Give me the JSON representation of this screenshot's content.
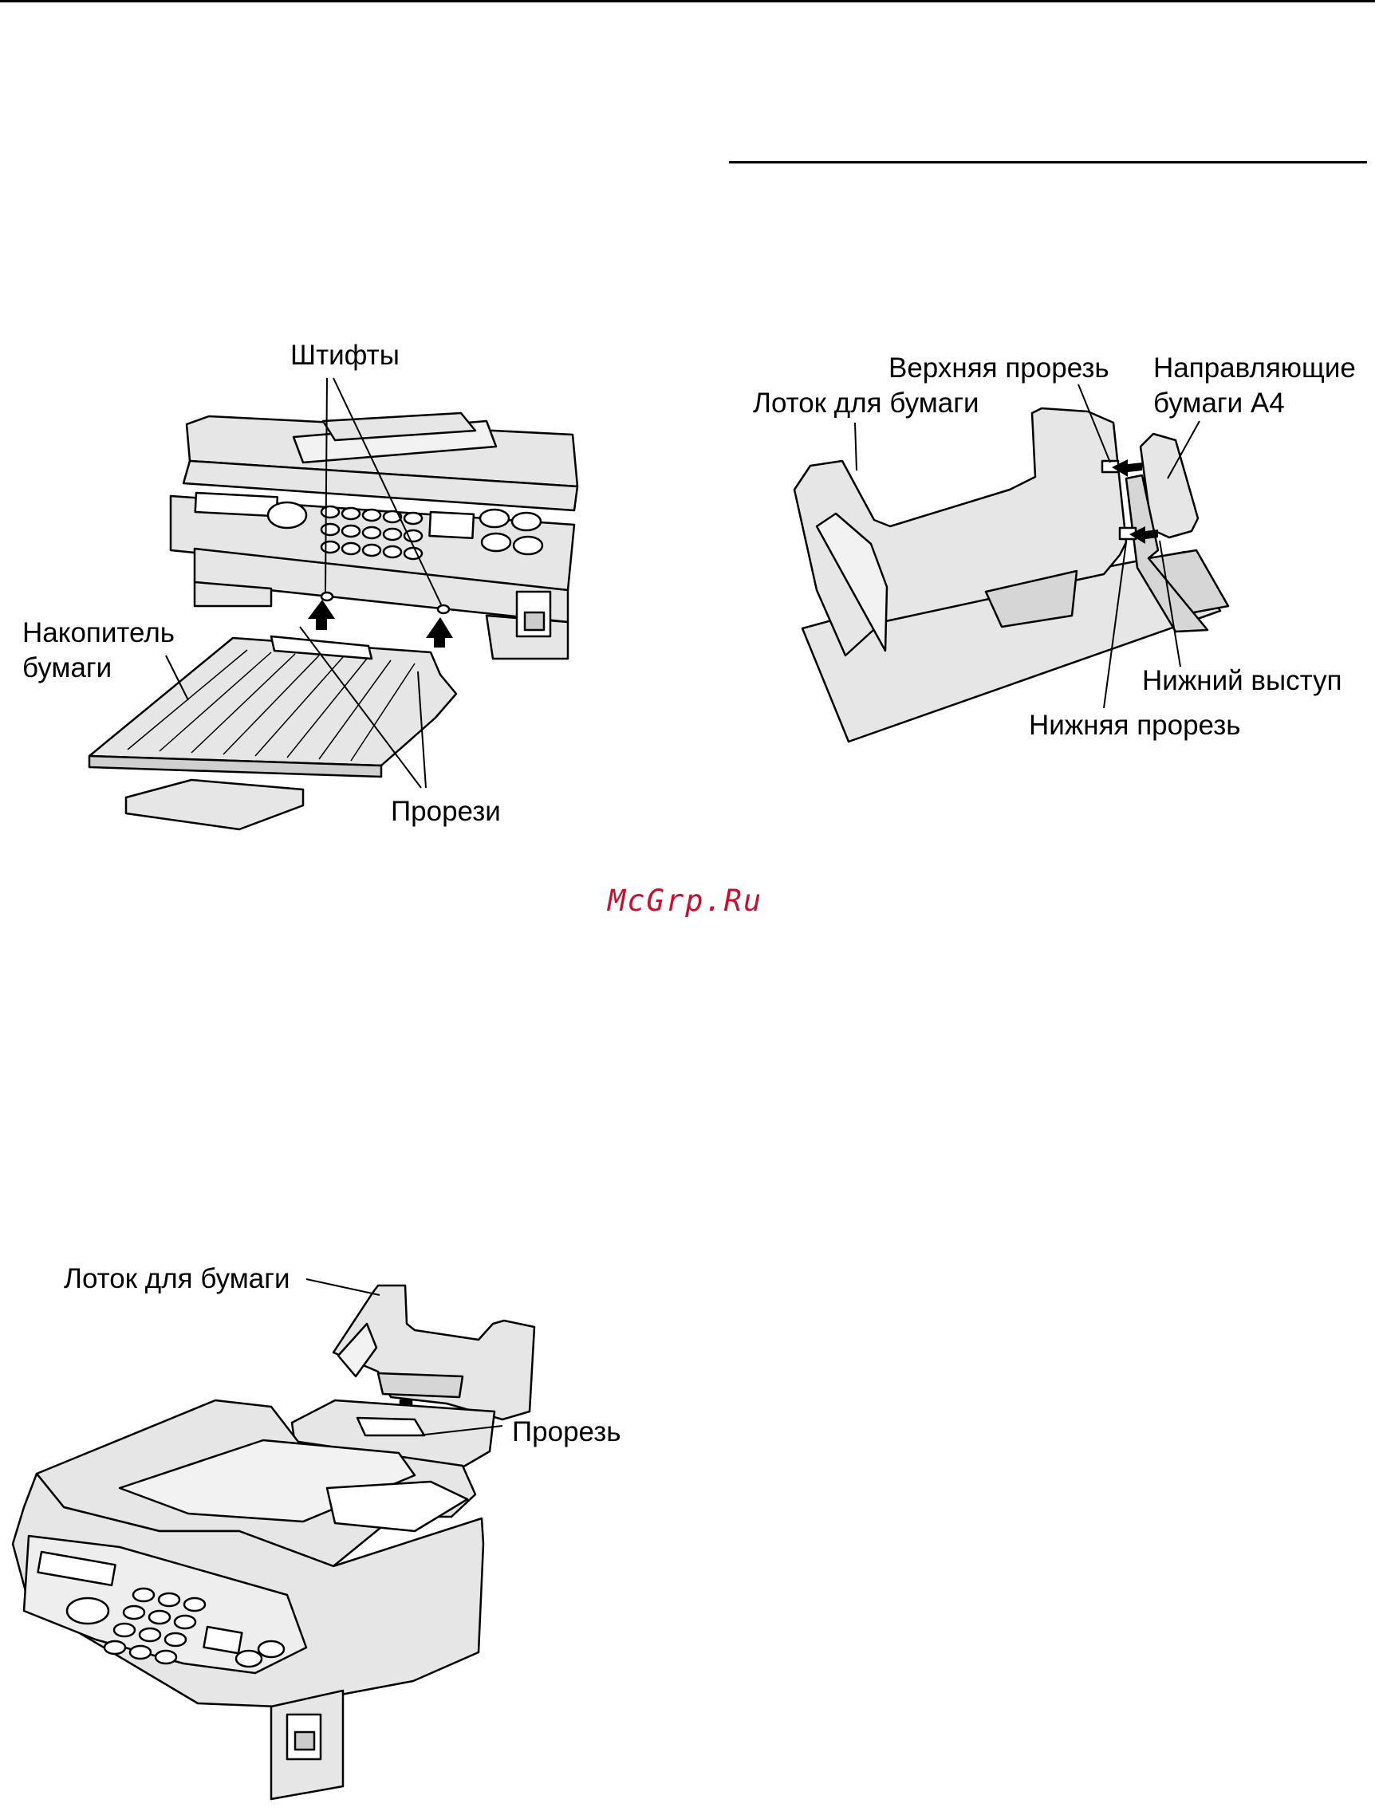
{
  "figure1": {
    "label_pins": "Штифты",
    "label_stacker": [
      "Накопитель",
      "бумаги"
    ],
    "label_slots": "Прорези"
  },
  "figure2": {
    "label_paper_tray": "Лоток для бумаги",
    "label_upper_slot": "Верхняя прорезь",
    "label_a4_guides": [
      "Направляющие",
      "бумаги A4"
    ],
    "label_lower_tab": "Нижний выступ",
    "label_lower_slot": "Нижняя прорезь"
  },
  "figure3": {
    "label_paper_tray": "Лоток для бумаги",
    "label_slot": "Прорезь"
  },
  "watermark": "McGrp.Ru",
  "colors": {
    "device_fill": "#e6e6e6",
    "line": "#000000",
    "watermark": "#c8102e"
  }
}
